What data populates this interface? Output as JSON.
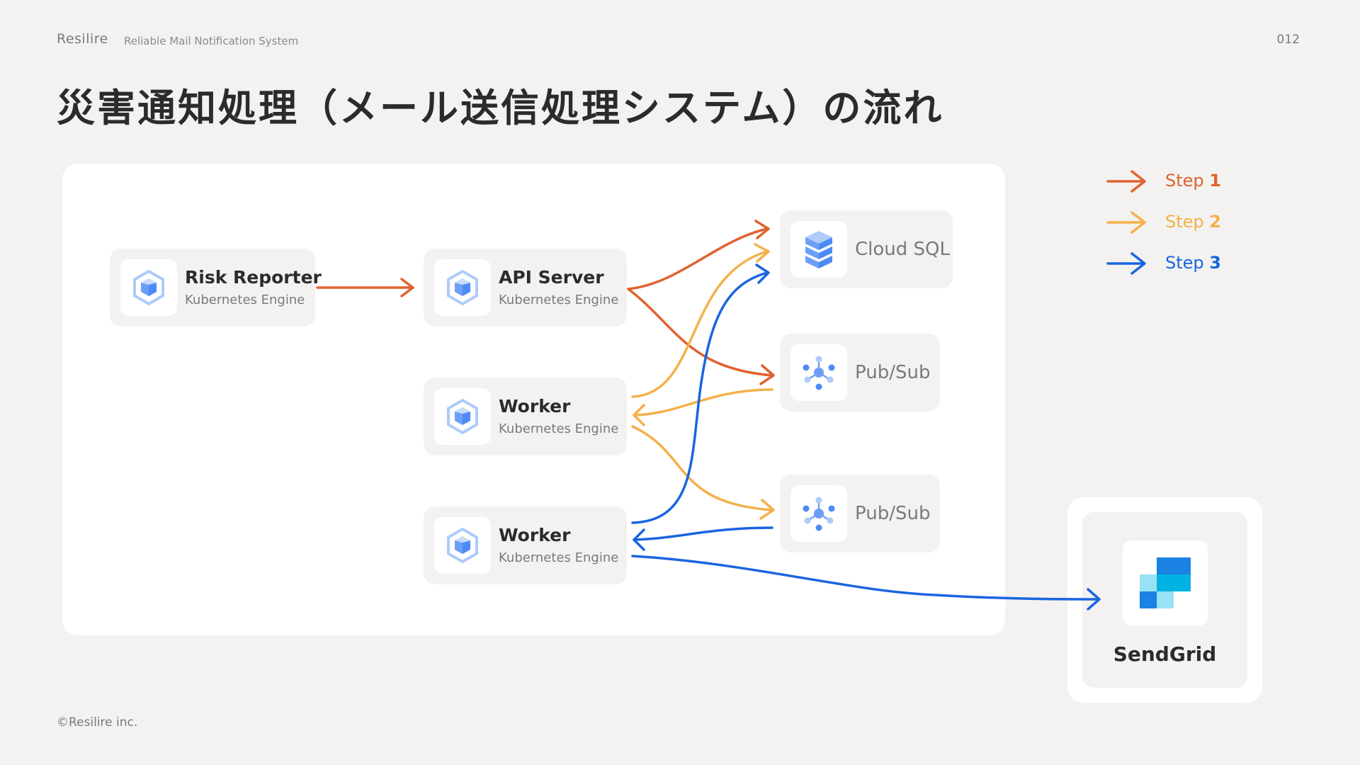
{
  "header": {
    "brand": "Resilire",
    "subtitle": "Reliable Mail Notification System",
    "page_number": "012"
  },
  "title": "災害通知処理（メール送信処理システム）の流れ",
  "footer": "©Resilire inc.",
  "nodes": {
    "risk_reporter": {
      "name": "Risk Reporter",
      "sub": "Kubernetes Engine",
      "icon": "kubernetes-engine-icon"
    },
    "api_server": {
      "name": "API Server",
      "sub": "Kubernetes Engine",
      "icon": "kubernetes-engine-icon"
    },
    "worker_1": {
      "name": "Worker",
      "sub": "Kubernetes Engine",
      "icon": "kubernetes-engine-icon"
    },
    "worker_2": {
      "name": "Worker",
      "sub": "Kubernetes Engine",
      "icon": "kubernetes-engine-icon"
    },
    "cloud_sql": {
      "name": "Cloud SQL",
      "icon": "cloud-sql-icon"
    },
    "pubsub_1": {
      "name": "Pub/Sub",
      "icon": "pubsub-icon"
    },
    "pubsub_2": {
      "name": "Pub/Sub",
      "icon": "pubsub-icon"
    },
    "sendgrid": {
      "name": "SendGrid",
      "icon": "sendgrid-logo"
    }
  },
  "legend": [
    {
      "prefix": "Step ",
      "num": "1",
      "color": "#e0622f"
    },
    {
      "prefix": "Step ",
      "num": "2",
      "color": "#f5b04b"
    },
    {
      "prefix": "Step ",
      "num": "3",
      "color": "#1a65e0"
    }
  ],
  "colors": {
    "step1": "#e0622f",
    "step2": "#f5b04b",
    "step3": "#1a65e0",
    "node_bg": "#f3f2f0",
    "panel": "#ffffff",
    "icon_blue": "#4c8bf5"
  }
}
